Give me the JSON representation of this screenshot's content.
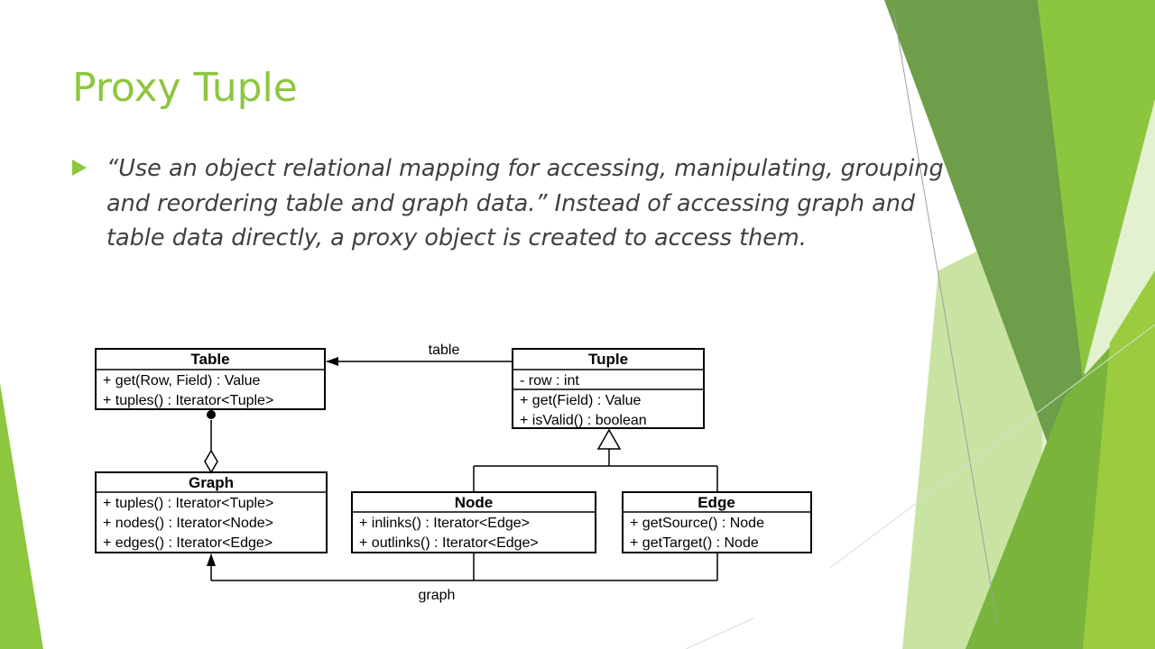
{
  "slide": {
    "title": "Proxy Tuple",
    "bullet": "“Use an object relational mapping for accessing, manipulating, grouping and reordering table and graph data.” Instead of accessing graph and table data directly, a proxy object is created to access them."
  },
  "theme": {
    "accent": "#8dc63f",
    "dark_green": "#6a9a44",
    "light_green": "#c5e29a",
    "text": "#404040"
  },
  "diagram": {
    "classes": {
      "table": {
        "name": "Table",
        "members": [
          "+ get(Row, Field) : Value",
          "+ tuples() : Iterator<Tuple>"
        ]
      },
      "tuple": {
        "name": "Tuple",
        "attributes": [
          "- row : int"
        ],
        "methods": [
          "+ get(Field) : Value",
          "+ isValid() : boolean"
        ]
      },
      "graph": {
        "name": "Graph",
        "members": [
          "+ tuples() : Iterator<Tuple>",
          "+ nodes() : Iterator<Node>",
          "+ edges() : Iterator<Edge>"
        ]
      },
      "node": {
        "name": "Node",
        "members": [
          "+ inlinks() : Iterator<Edge>",
          "+ outlinks() : Iterator<Edge>"
        ]
      },
      "edge": {
        "name": "Edge",
        "members": [
          "+ getSource() : Node",
          "+ getTarget() : Node"
        ]
      }
    },
    "labels": {
      "table_assoc": "table",
      "graph_assoc": "graph"
    }
  }
}
